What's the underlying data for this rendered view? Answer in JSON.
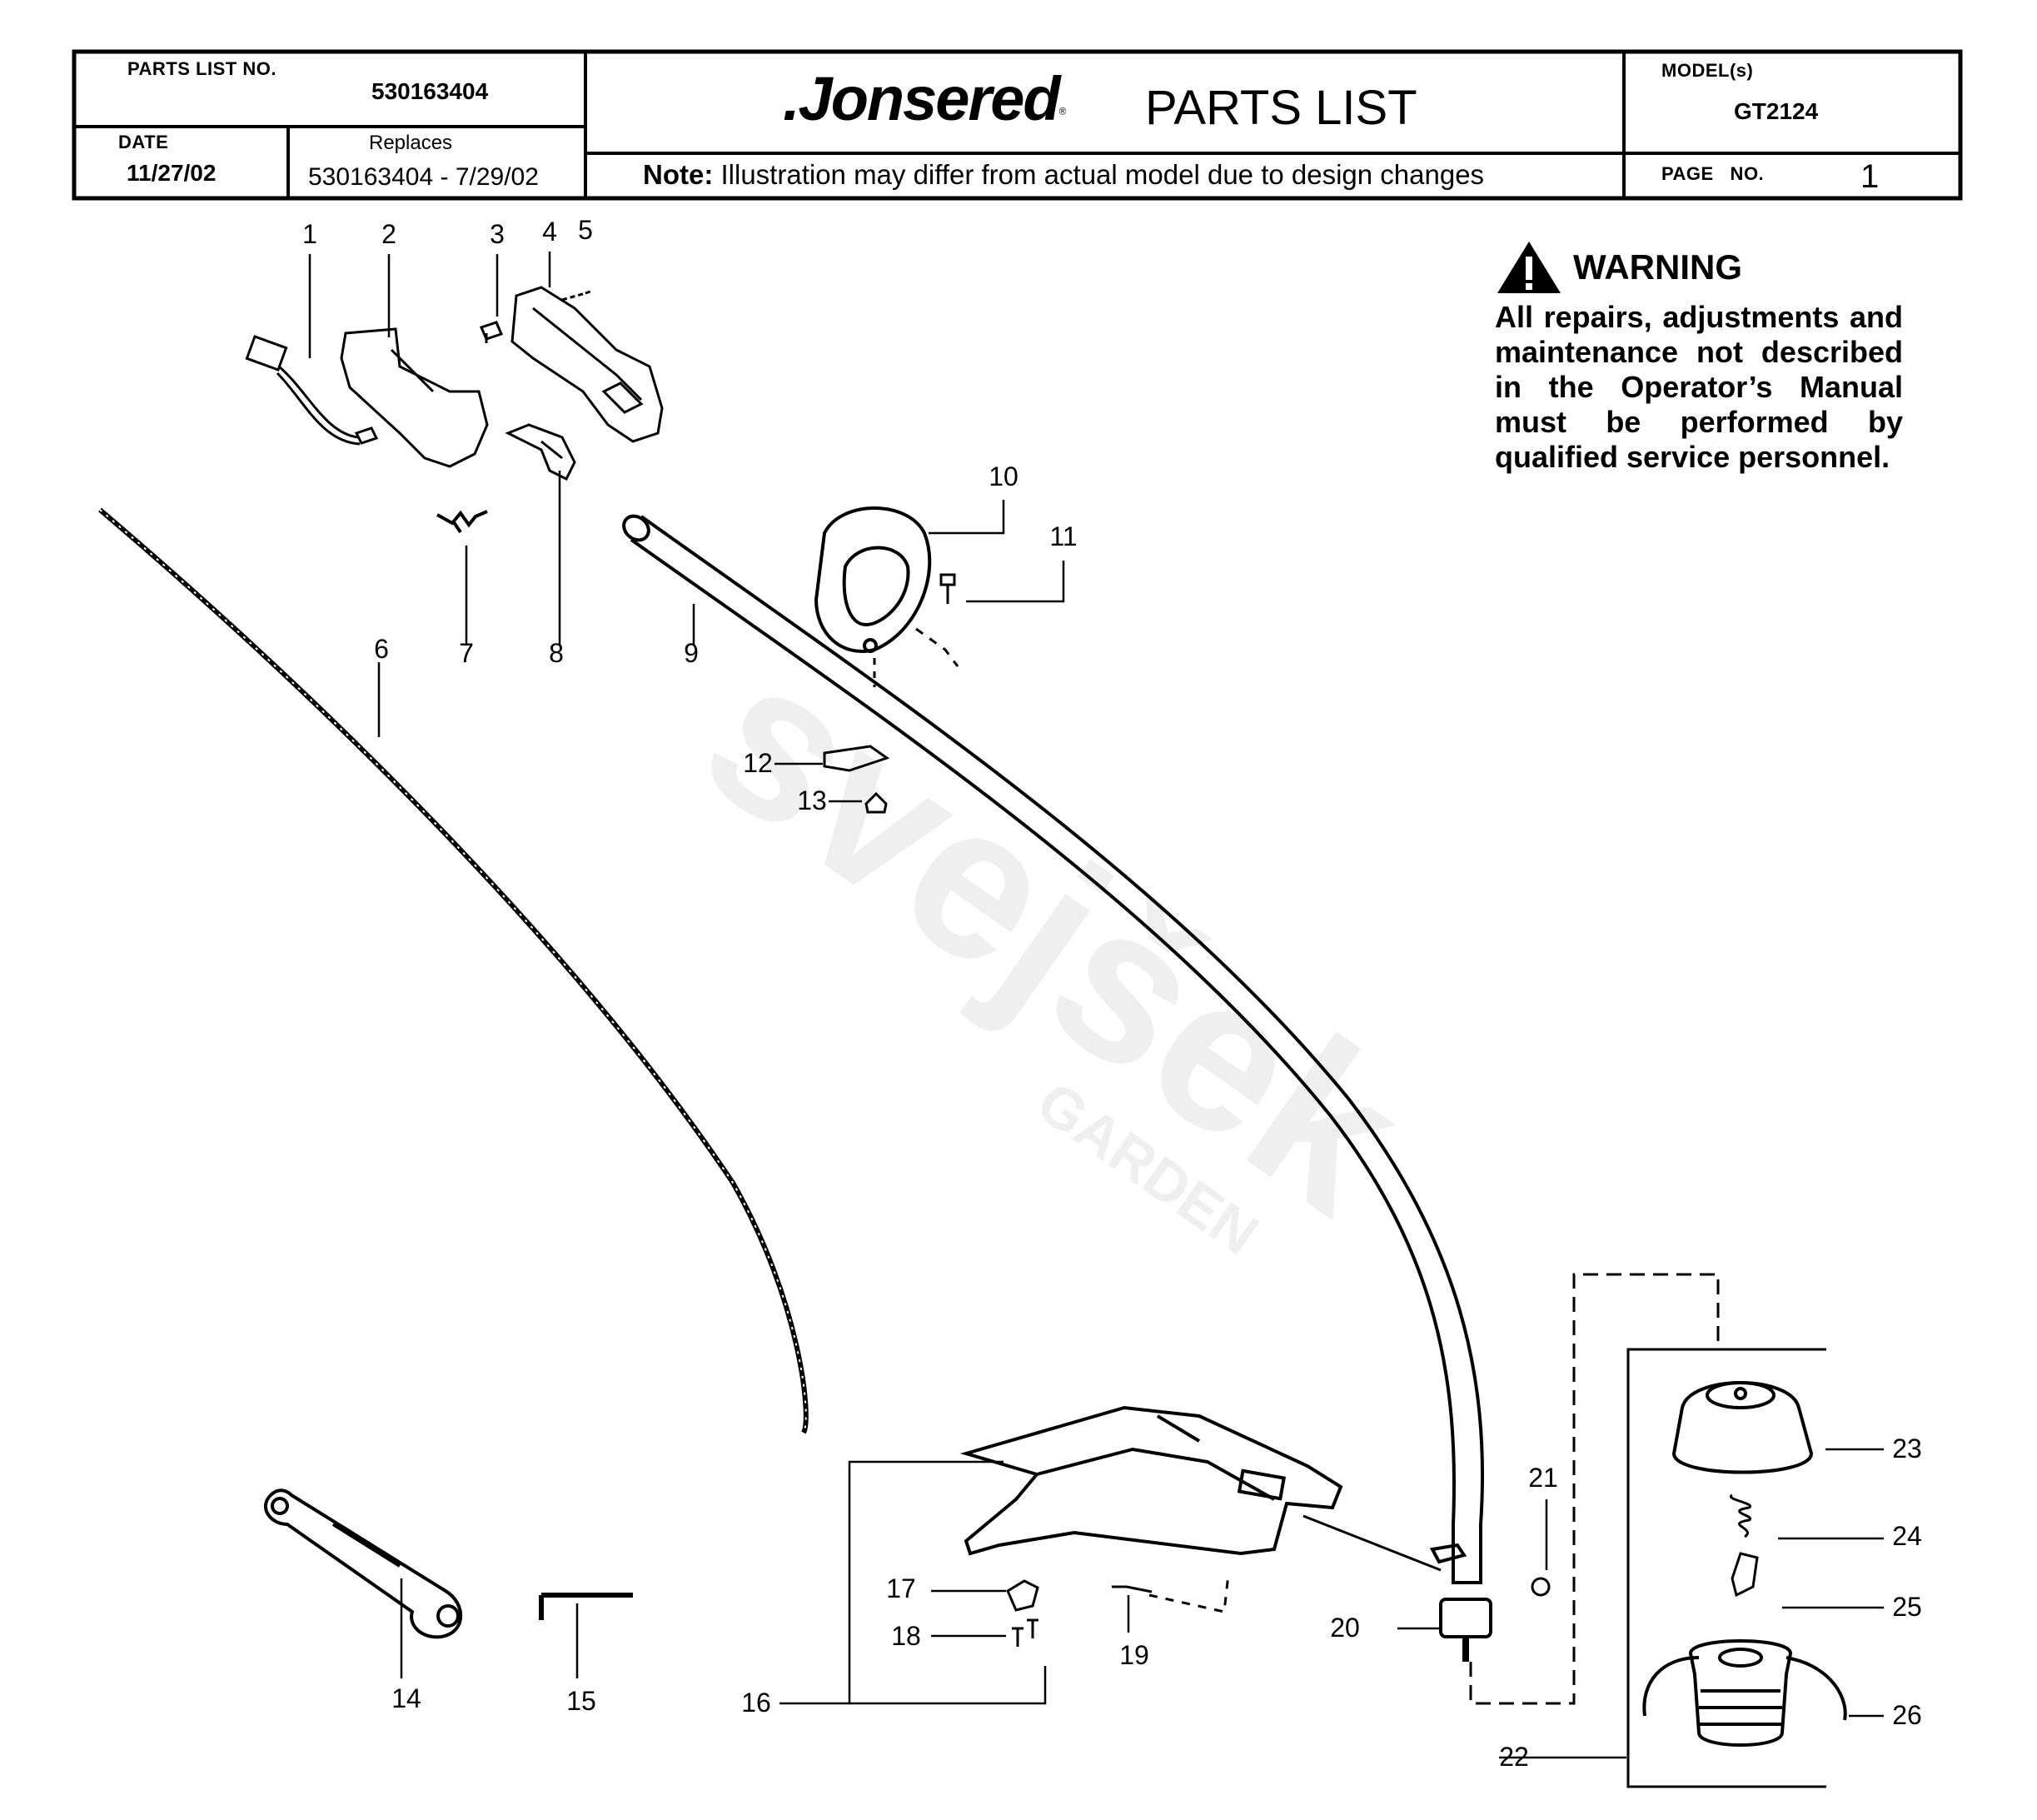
{
  "header": {
    "parts_list_no_label": "PARTS LIST NO.",
    "parts_list_no": "530163404",
    "date_label": "DATE",
    "date": "11/27/02",
    "replaces_label": "Replaces",
    "replaces": "530163404 - 7/29/02",
    "brand": ".Jonsered",
    "registered_mark": "®",
    "title": "PARTS LIST",
    "note_label": "Note:",
    "note_text": "Illustration may differ from actual model due to design changes",
    "model_label": "MODEL(s)",
    "model": "GT2124",
    "page_label": "PAGE   NO.",
    "page_no": "1"
  },
  "warning": {
    "title": "WARNING",
    "body": "All repairs, adjustments and maintenance not described in the Operator’s Manual must be performed by qualified service personnel."
  },
  "watermark": {
    "brand": "svejšek",
    "sub": "GARDEN"
  },
  "callouts": [
    "1",
    "2",
    "3",
    "4",
    "5",
    "6",
    "7",
    "8",
    "9",
    "10",
    "11",
    "12",
    "13",
    "14",
    "15",
    "16",
    "17",
    "18",
    "19",
    "20",
    "21",
    "22",
    "23",
    "24",
    "25",
    "26"
  ]
}
